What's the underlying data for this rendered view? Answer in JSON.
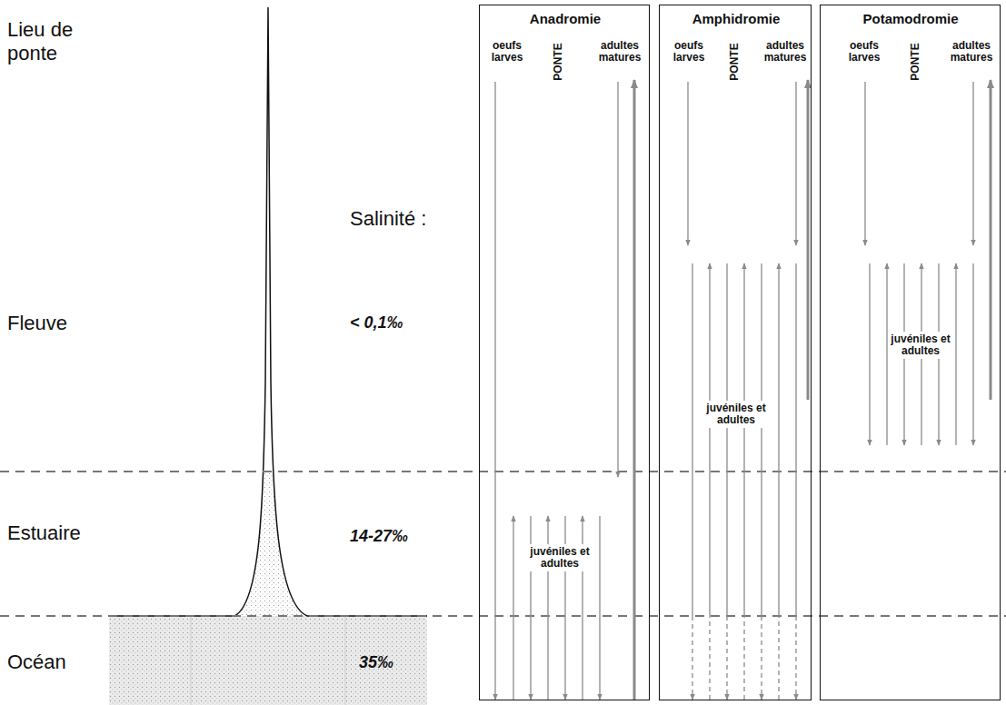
{
  "diagram": {
    "nodes": [
      {
        "text": [
          "Anadromie",
          "oeufs larves",
          "PONTE",
          "adultes matures",
          "juvéniles et adultes"
        ]
      },
      {
        "text": [
          "Amphidromie",
          "oeufs larves",
          "PONTE",
          "adultes matures",
          "juvéniles et adultes"
        ]
      },
      {
        "text": [
          "Potamodromie",
          "oeufs larves",
          "PONTE",
          "adultes matures",
          "juvéniles et adultes"
        ]
      }
    ],
    "labels": [
      "Lieu de ponte",
      "Salinité :",
      "Fleuve",
      "< 0,1‰",
      "Estuaire",
      "14-27‰",
      "Océan",
      "35‰"
    ]
  }
}
